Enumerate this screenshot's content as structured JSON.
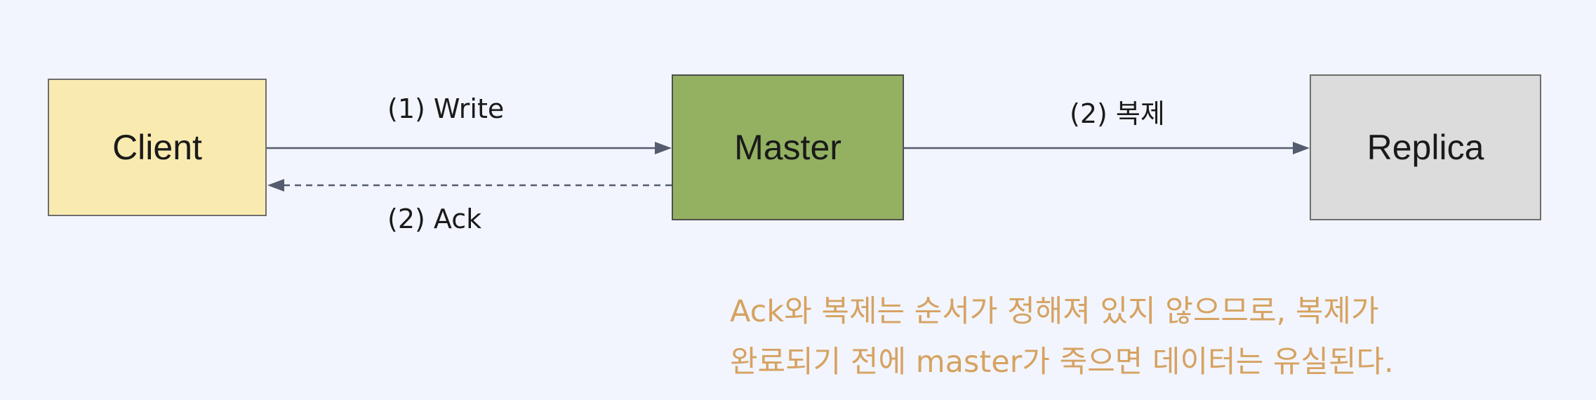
{
  "nodes": {
    "client": "Client",
    "master": "Master",
    "replica": "Replica"
  },
  "edges": {
    "write": "(1) Write",
    "ack": "(2) Ack",
    "replicate": "(2) 복제"
  },
  "note": {
    "line1": "Ack와 복제는 순서가 정해져 있지 않으므로, 복제가",
    "line2": "완료되기 전에 master가 죽으면 데이터는 유실된다."
  },
  "colors": {
    "background": "#f2f5fd",
    "client": "#f9ebb0",
    "master": "#93b161",
    "replica": "#dcdcdc",
    "arrow": "#555c6e",
    "note": "#d6a262"
  }
}
